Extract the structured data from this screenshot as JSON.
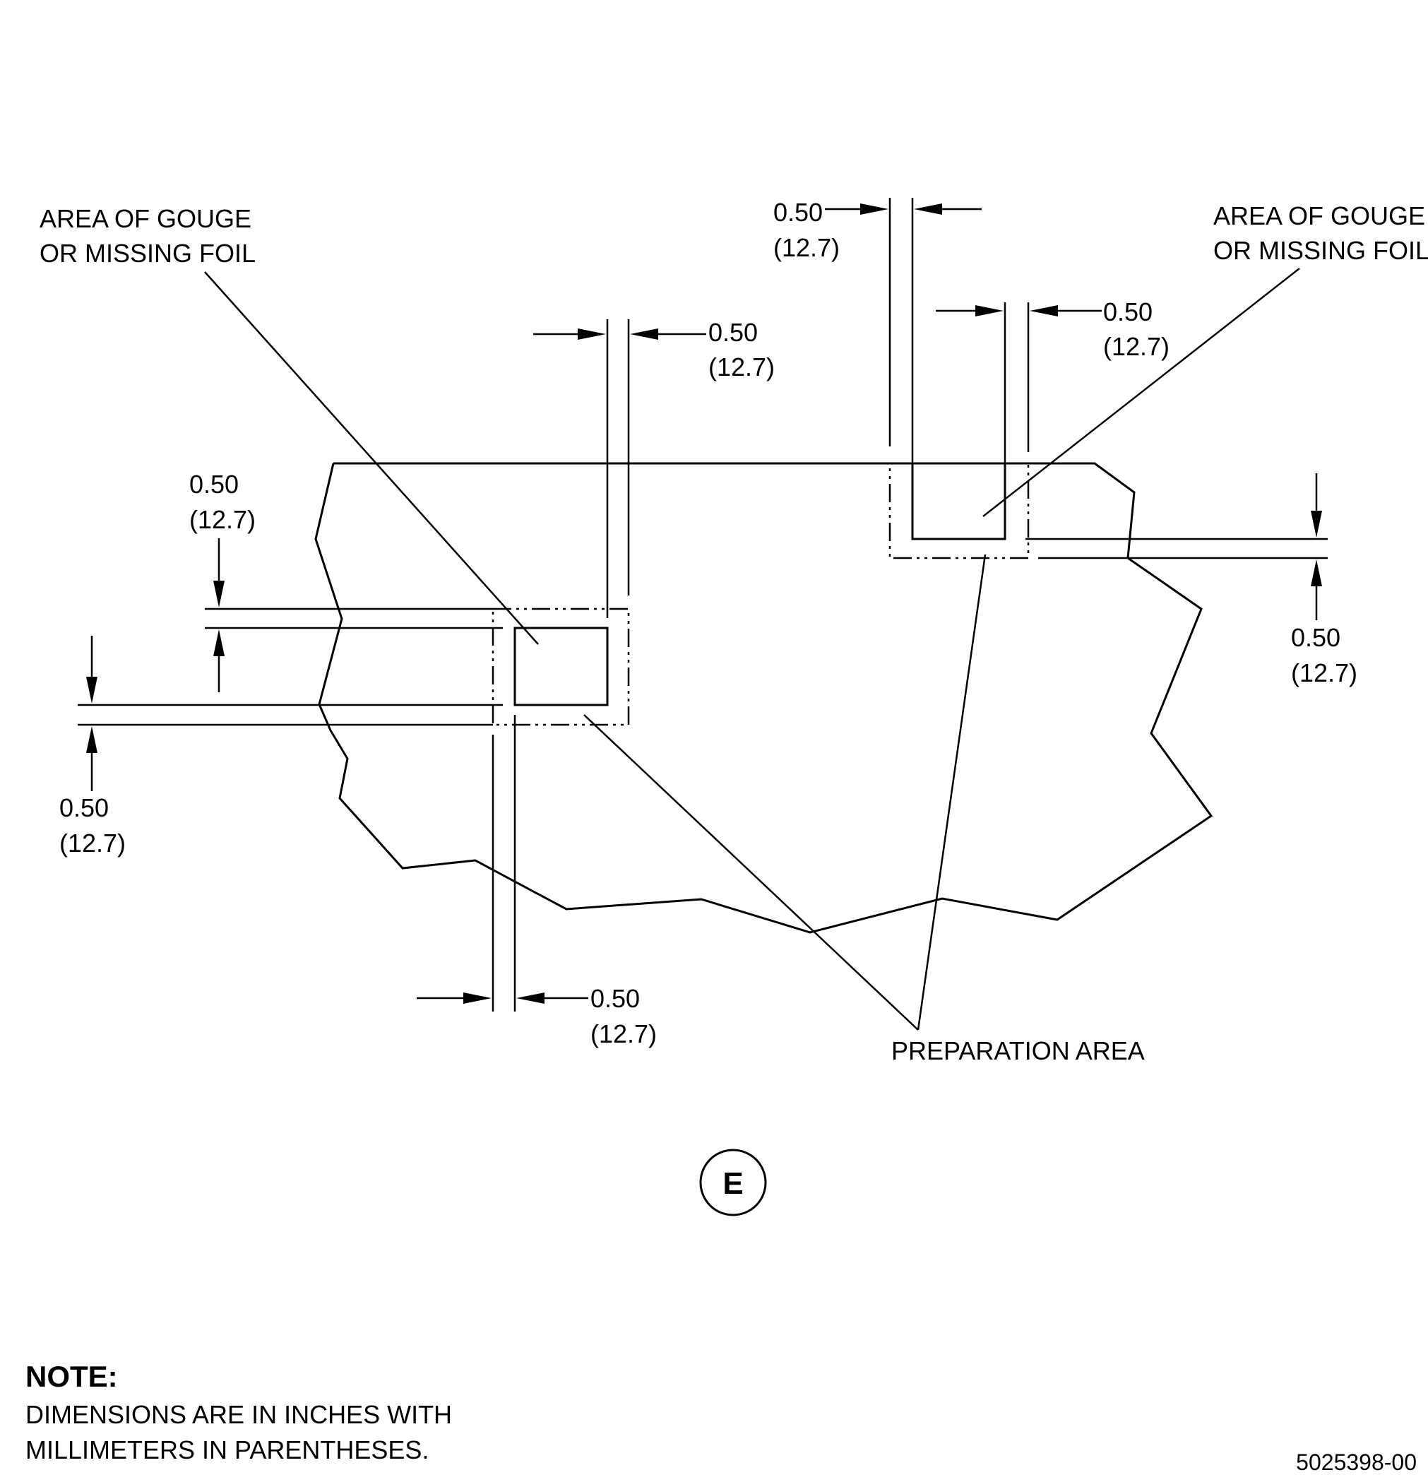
{
  "labels": {
    "gouge_left_line1": "AREA OF GOUGE",
    "gouge_left_line2": "OR MISSING FOIL",
    "gouge_right_line1": "AREA OF GOUGE",
    "gouge_right_line2": "OR MISSING FOIL",
    "preparation_area": "PREPARATION AREA"
  },
  "dimensions": {
    "inch": "0.50",
    "mm": "(12.7)"
  },
  "view_id": "E",
  "note": {
    "title": "NOTE:",
    "line1": "DIMENSIONS ARE IN INCHES WITH",
    "line2": "MILLIMETERS IN PARENTHESES."
  },
  "figure_number": "5025398-00"
}
